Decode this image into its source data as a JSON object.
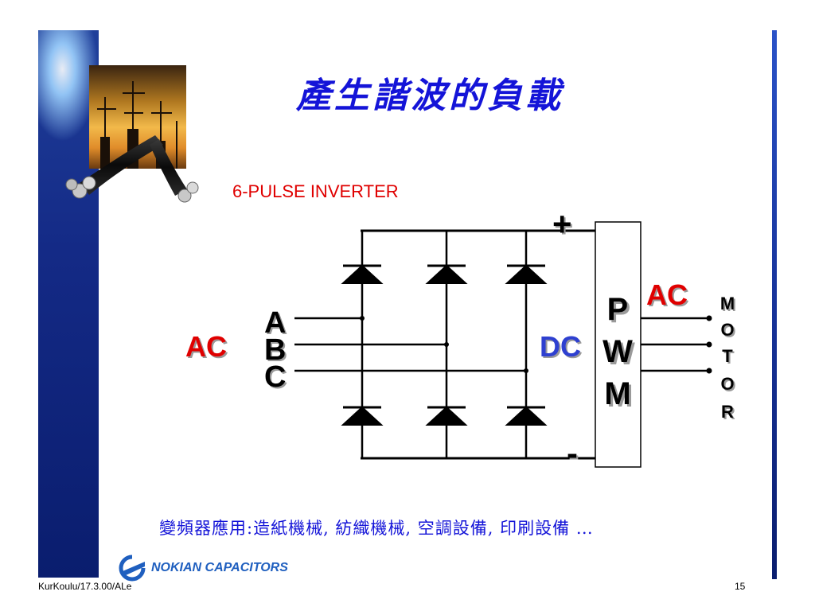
{
  "slide": {
    "title": "產生諧波的負載",
    "subtitle": "6-PULSE INVERTER",
    "caption": "變頻器應用:造紙機械, 紡織機械, 空調設備, 印刷設備  …",
    "footer_left": "KurKoulu/17.3.00/ALe",
    "page_number": "15"
  },
  "diagram": {
    "input_label": "AC",
    "phases": [
      "A",
      "B",
      "C"
    ],
    "dc_label": "DC",
    "plus_label": "+",
    "minus_label": "-",
    "pwm_letters": [
      "P",
      "W",
      "M"
    ],
    "output_label": "AC",
    "motor_letters": [
      "M",
      "O",
      "T",
      "O",
      "R"
    ]
  },
  "logo": {
    "text": "NOKIAN CAPACITORS"
  },
  "colors": {
    "title_blue": "#1414d8",
    "label_red": "#e00000",
    "dc_blue": "#2d3fd0",
    "band_blue": "#142a86",
    "wire_black": "#000000"
  }
}
